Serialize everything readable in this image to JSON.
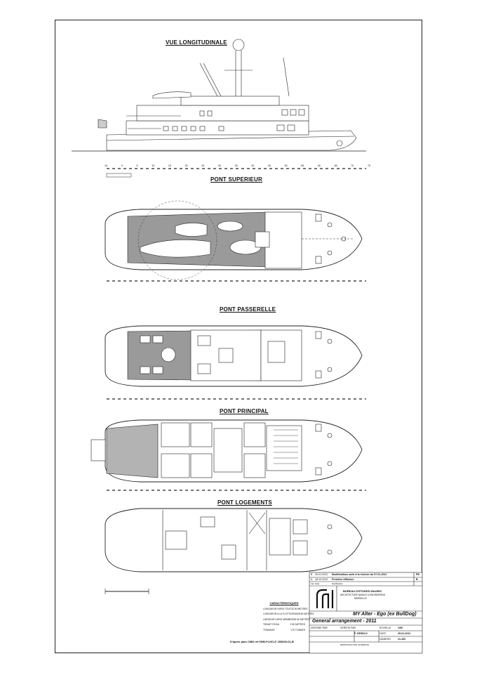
{
  "views": {
    "longitudinal": "VUE LONGITUDINALE",
    "upper_deck": "PONT SUPERIEUR",
    "bridge_deck": "PONT PASSERELLE",
    "main_deck": "PONT PRINCIPAL",
    "lower_deck": "PONT LOGEMENTS"
  },
  "scale_labels": [
    "-10",
    "0",
    "5",
    "10",
    "15",
    "20",
    "25",
    "30",
    "35",
    "40",
    "45",
    "50",
    "55",
    "60",
    "65",
    "70",
    "75"
  ],
  "title_block": {
    "rev_b": "B",
    "rev_b_date": "25-01-2011",
    "rev_b_desc": "Modifications suite à la réunion du 07-01-2011",
    "rev_a": "A",
    "rev_a_date": "18-10-2010",
    "rev_a_desc": "Première diffusion",
    "rev_header": [
      "Ind.",
      "Date",
      "Modification"
    ],
    "bureau": "BUREAU D'ETUDES MAURIC",
    "bureau_sub": "ARCHITECTURE NAVALE & ENGINEERING",
    "bureau_city": "MARSEILLE",
    "project": "MY Alter - Ego (ex BullDog)",
    "drawing_title": "General arrangement - 2011",
    "drawn_by_label": "DESSINE PAR",
    "drawn_by": "F. GESELO",
    "checked_label": "VERIFIE PAR",
    "scale_label": "ECHELLE",
    "scale": "1/50",
    "date_label": "DATE",
    "date": "25-01-2011",
    "number_label": "NUMERO",
    "number": "21-400",
    "ref_label": "REPRODUCTION INTERDITE",
    "rev_letter": "FB",
    "rev_cur": "B"
  },
  "specs": {
    "title": "CARACTERISTIQUES",
    "rows": [
      [
        "LONGUEUR HORS TOUT",
        "32.00 METRES"
      ],
      [
        "LONGUEUR A LA FLOTTAISON",
        "28.60 METRES"
      ],
      [
        "LARGEUR HORS MEMBRES",
        "6.60 METRES"
      ],
      [
        "TIRANT D'EAU",
        "2.50 METRES"
      ],
      [
        "TONNAGE",
        "170 TONNES"
      ]
    ]
  },
  "footnote": "D'après plan CMN réf 95/B.P.2/ICI-F 205000-01-B"
}
